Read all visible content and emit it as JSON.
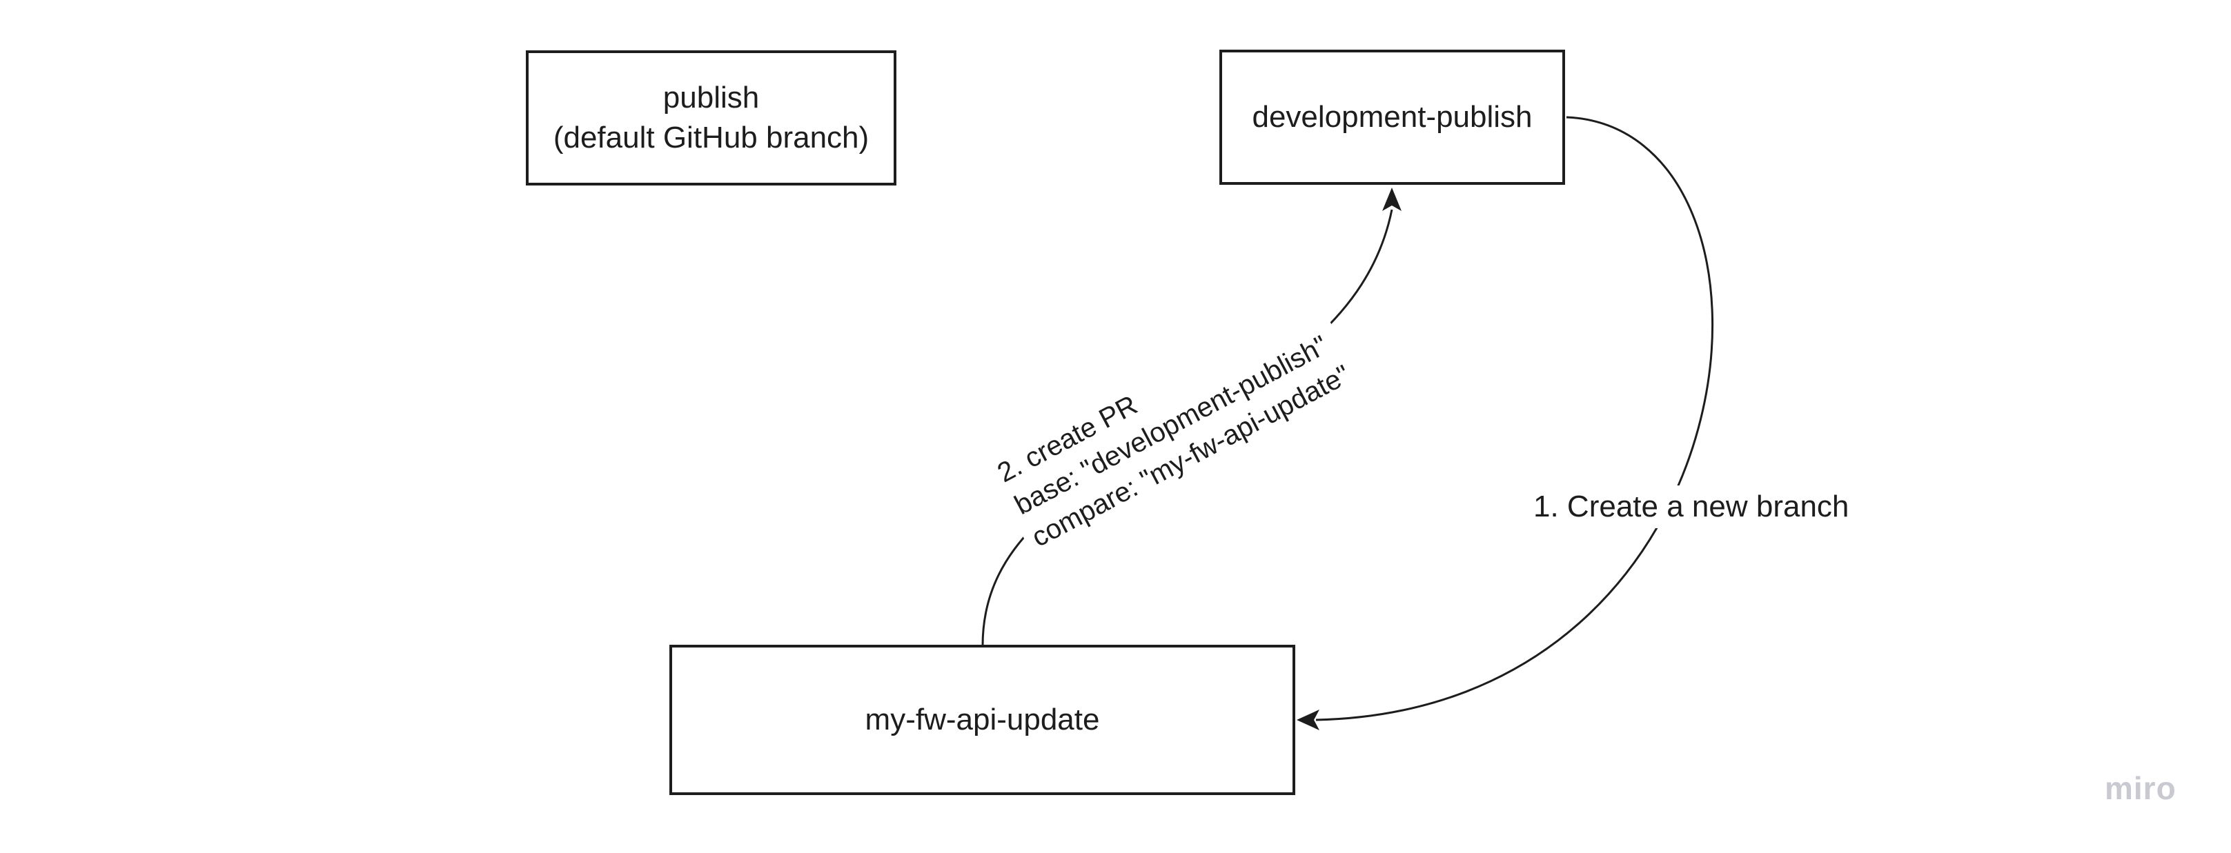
{
  "boxes": {
    "publish": {
      "line1": "publish",
      "line2": "(default GitHub branch)"
    },
    "development_publish": {
      "label": "development-publish"
    },
    "my_fw_api_update": {
      "label": "my-fw-api-update"
    }
  },
  "connectors": {
    "create_branch": {
      "label": "1. Create a new branch"
    },
    "create_pr": {
      "line1": "2. create PR",
      "line2": "base: \"development-publish\"",
      "line3": "compare: \"my-fw-api-update\""
    }
  },
  "watermark": {
    "label": "miro"
  },
  "colors": {
    "stroke": "#1d1d1d",
    "box_fill": "#ffffff",
    "background": "#ffffff",
    "watermark": "#c9c9d2"
  }
}
